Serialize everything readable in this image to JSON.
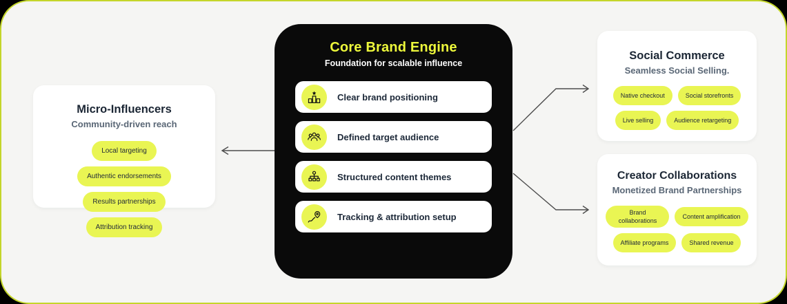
{
  "colors": {
    "accent": "#e9f553",
    "title_accent": "#edf83b",
    "frame_border": "#c4d62a",
    "panel_background": "#f5f5f3",
    "engine_background": "#0a0a0a",
    "card_background": "#ffffff",
    "heading_text": "#1b2634",
    "subtitle_text": "#5a6776",
    "connector": "#4d4d4d"
  },
  "engine": {
    "title": "Core Brand Engine",
    "subtitle": "Foundation for scalable influence",
    "items": [
      {
        "icon": "podium-icon",
        "label": "Clear brand positioning"
      },
      {
        "icon": "audience-icon",
        "label": "Defined target audience"
      },
      {
        "icon": "sitemap-icon",
        "label": "Structured content themes"
      },
      {
        "icon": "route-pin-icon",
        "label": "Tracking & attribution setup"
      }
    ]
  },
  "micro_influencers": {
    "title": "Micro-Influencers",
    "subtitle": "Community-driven reach",
    "tags": [
      "Local targeting",
      "Authentic endorsements",
      "Results partnerships",
      "Attribution tracking"
    ]
  },
  "social_commerce": {
    "title": "Social Commerce",
    "subtitle": "Seamless Social Selling.",
    "tags": [
      "Native checkout",
      "Social storefronts",
      "Live selling",
      "Audience retargeting"
    ]
  },
  "creator_collaborations": {
    "title": "Creator Collaborations",
    "subtitle": "Monetized Brand Partnerships",
    "tags": [
      "Brand collaborations",
      "Content amplification",
      "Affiliate programs",
      "Shared revenue"
    ]
  }
}
